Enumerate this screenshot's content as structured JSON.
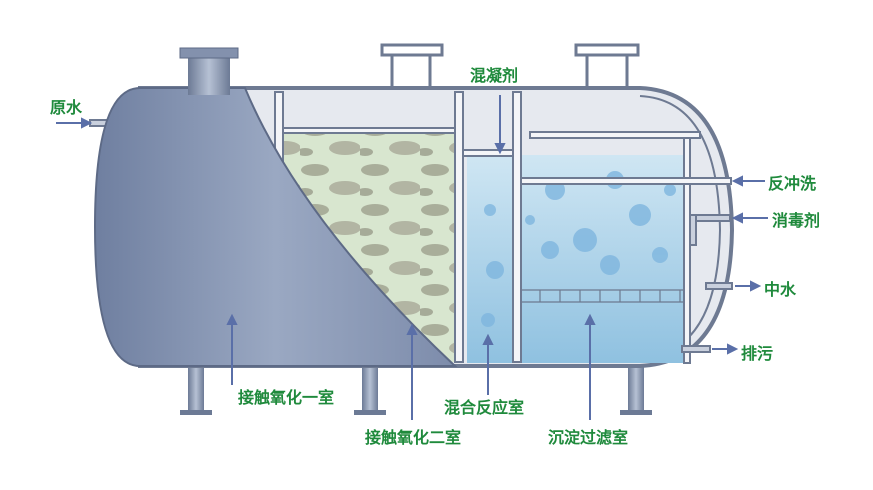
{
  "labels": {
    "raw_water": "原水",
    "coagulant": "混凝剂",
    "backwash": "反冲洗",
    "disinfectant": "消毒剂",
    "reclaimed_water": "中水",
    "sewage_discharge": "排污",
    "contact_oxidation_1": "接触氧化一室",
    "contact_oxidation_2": "接触氧化二室",
    "mixing_reaction": "混合反应室",
    "sedimentation_filtration": "沉淀过滤室"
  },
  "colors": {
    "label": "#1f8a3c",
    "arrow": "#5a6fa8",
    "water": "#a9d2ea",
    "tank_shell": "#7f8fae"
  }
}
